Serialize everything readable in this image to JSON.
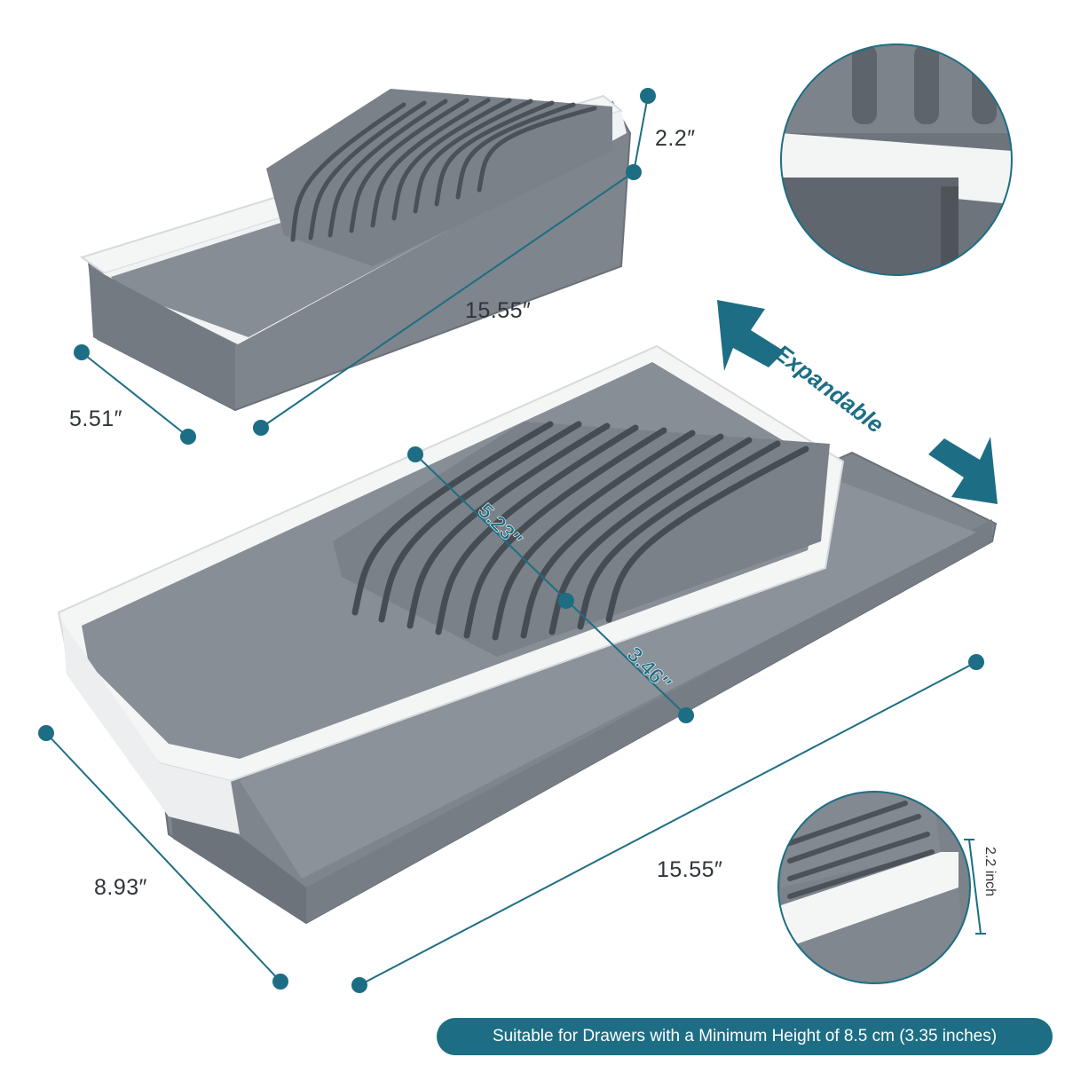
{
  "colors": {
    "accent": "#1d6e84",
    "tray_gray": "#7e858d",
    "tray_dark": "#656c74",
    "tray_white": "#f4f5f5"
  },
  "dimensions": {
    "small_length": "15.55″",
    "small_width": "5.51″",
    "small_height": "2.2″",
    "large_length": "15.55″",
    "large_width": "8.93″",
    "inner_width_a": "5.23″",
    "inner_width_b": "3.46″",
    "detail_height": "2.2 inch"
  },
  "callout": {
    "expandable": "Expandable"
  },
  "banner": {
    "text": "Suitable for Drawers with a Minimum Height of 8.5 cm (3.35 inches)"
  }
}
